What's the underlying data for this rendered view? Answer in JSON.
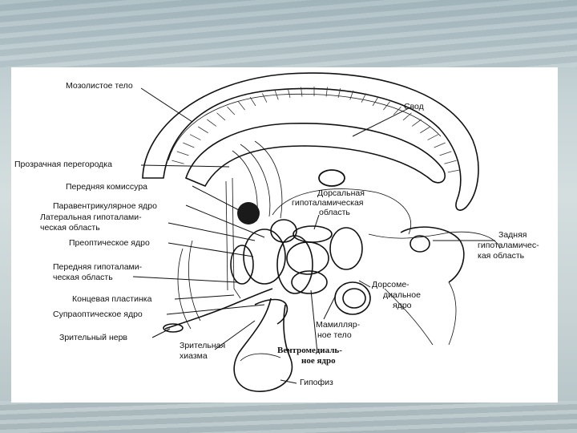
{
  "labels": {
    "corpus_callosum": "Мозолистое тело",
    "fornix": "Свод",
    "septum_pellucidum": "Прозрачная перегородка",
    "anterior_commissure": "Передняя комиссура",
    "paraventricular_nucleus": "Паравентрикулярное ядро",
    "lateral_hypothalamic_area_1": "Латеральная гипоталами-",
    "lateral_hypothalamic_area_2": "ческая область",
    "preoptic_nucleus": "Преоптическое ядро",
    "anterior_hypothalamic_area_1": "Передняя гипоталами-",
    "anterior_hypothalamic_area_2": "ческая область",
    "lamina_terminalis": "Концевая пластинка",
    "supraoptic_nucleus": "Супраоптическое ядро",
    "optic_nerve": "Зрительный нерв",
    "optic_chiasm_1": "Зрительная",
    "optic_chiasm_2": "хиазма",
    "dorsal_hypothalamic_area_1": "Дорсальная",
    "dorsal_hypothalamic_area_2": "гипоталамическая",
    "dorsal_hypothalamic_area_3": "область",
    "posterior_hypothalamic_area_1": "Задняя",
    "posterior_hypothalamic_area_2": "гипоталамичес-",
    "posterior_hypothalamic_area_3": "кая область",
    "dorsomedial_nucleus_1": "Дорсоме-",
    "dorsomedial_nucleus_2": "диальное",
    "dorsomedial_nucleus_3": "ядро",
    "mammillary_body_1": "Мамилляр-",
    "mammillary_body_2": "ное тело",
    "ventromedial_nucleus_1": "Вентромедиаль-",
    "ventromedial_nucleus_2": "ное ядро",
    "pituitary": "Гипофиз"
  }
}
